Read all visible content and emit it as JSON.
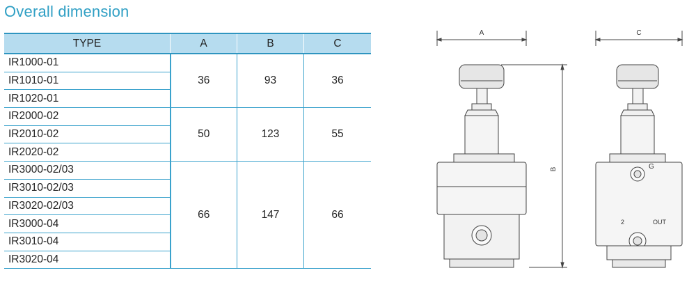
{
  "title": "Overall dimension",
  "table": {
    "headers": [
      "TYPE",
      "A",
      "B",
      "C"
    ],
    "groups": [
      {
        "types": [
          "IR1000-01",
          "IR1010-01",
          "IR1020-01"
        ],
        "A": "36",
        "B": "93",
        "C": "36"
      },
      {
        "types": [
          "IR2000-02",
          "IR2010-02",
          "IR2020-02"
        ],
        "A": "50",
        "B": "123",
        "C": "55"
      },
      {
        "types": [
          "IR3000-02/03",
          "IR3010-02/03",
          "IR3020-02/03",
          "IR3000-04",
          "IR3010-04",
          "IR3020-04"
        ],
        "A": "66",
        "B": "147",
        "C": "66"
      }
    ]
  },
  "drawing": {
    "label_a": "A",
    "label_b": "B",
    "label_c": "C",
    "port_gauge": "G",
    "port_2": "2",
    "port_out": "OUT"
  }
}
